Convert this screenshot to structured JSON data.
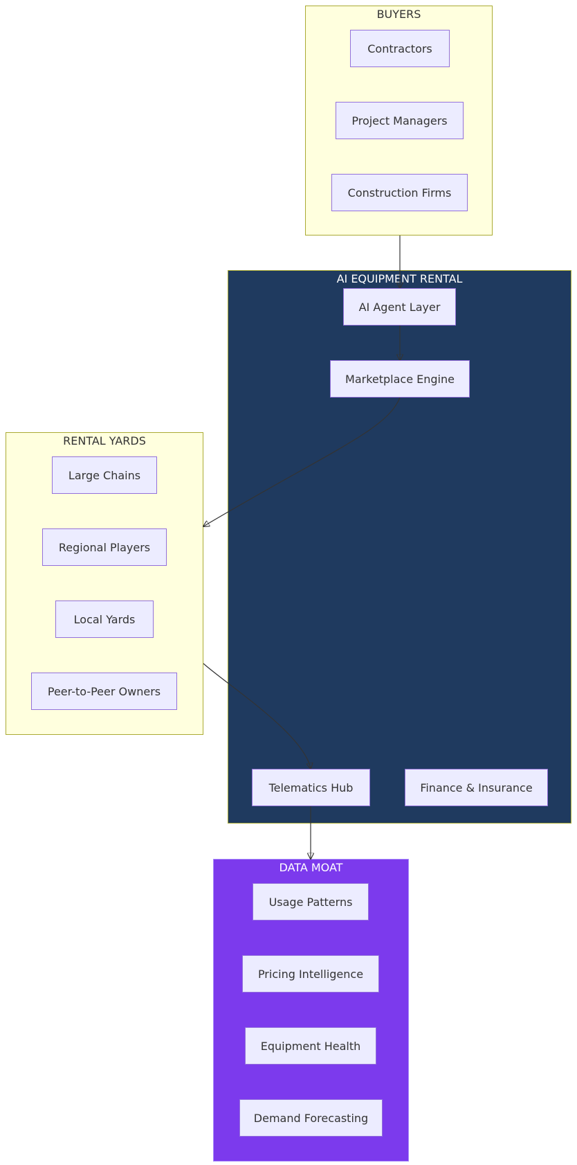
{
  "clusters": {
    "buyers": {
      "title": "BUYERS",
      "nodes": {
        "contractors": "Contractors",
        "project_managers": "Project Managers",
        "construction_firms": "Construction Firms"
      }
    },
    "ai_rental": {
      "title": "AI EQUIPMENT RENTAL",
      "nodes": {
        "ai_agent_layer": "AI Agent Layer",
        "marketplace_engine": "Marketplace Engine",
        "telematics_hub": "Telematics Hub",
        "finance_insurance": "Finance & Insurance"
      }
    },
    "rental_yards": {
      "title": "RENTAL YARDS",
      "nodes": {
        "large_chains": "Large Chains",
        "regional_players": "Regional Players",
        "local_yards": "Local Yards",
        "peer_to_peer": "Peer-to-Peer Owners"
      }
    },
    "data_moat": {
      "title": "DATA MOAT",
      "nodes": {
        "usage_patterns": "Usage Patterns",
        "pricing_intelligence": "Pricing Intelligence",
        "equipment_health": "Equipment Health",
        "demand_forecasting": "Demand Forecasting"
      }
    }
  },
  "edges": [
    {
      "from": "BUYERS",
      "to": "AI Agent Layer"
    },
    {
      "from": "AI Agent Layer",
      "to": "Marketplace Engine"
    },
    {
      "from": "Marketplace Engine",
      "to": "RENTAL YARDS"
    },
    {
      "from": "RENTAL YARDS",
      "to": "Telematics Hub"
    },
    {
      "from": "Telematics Hub",
      "to": "DATA MOAT"
    }
  ],
  "colors": {
    "cluster_light_fill": "#ffffde",
    "cluster_border": "#aaaa33",
    "cluster_navy_fill": "#1f3a5f",
    "cluster_purple_fill": "#7c3aed",
    "node_fill": "#ececff",
    "node_border": "#9370db",
    "edge": "#333333"
  }
}
